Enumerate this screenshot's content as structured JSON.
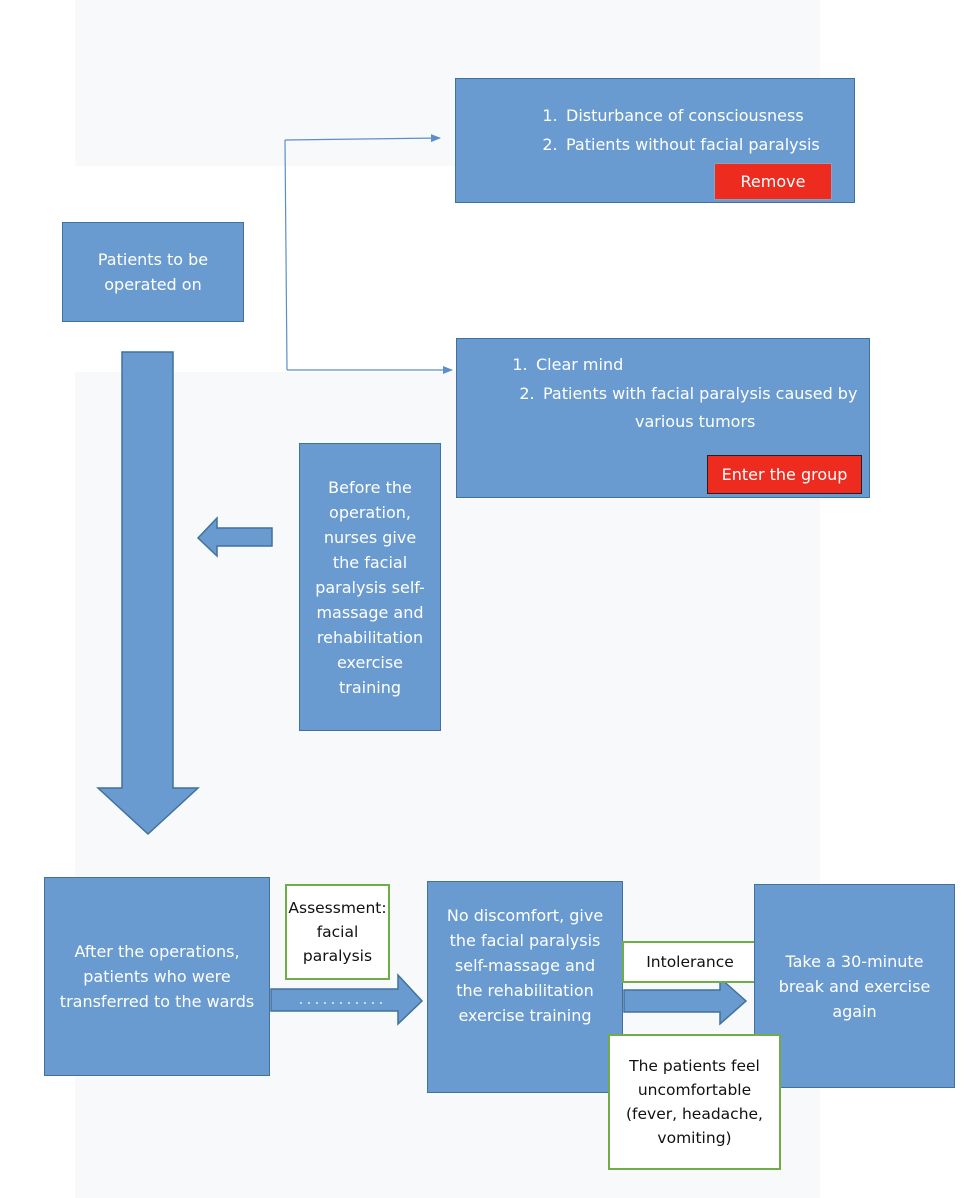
{
  "nodes": {
    "patients_to_be_operated": [
      "Patients to be",
      "operated on"
    ],
    "exclusion": {
      "items": [
        {
          "num": "1.",
          "text": "Disturbance of consciousness"
        },
        {
          "num": "2.",
          "text": "Patients without facial paralysis"
        }
      ],
      "button": "Remove"
    },
    "inclusion": {
      "items": [
        {
          "num": "1.",
          "text": "Clear mind"
        },
        {
          "num": "2.",
          "text": "Patients with facial paralysis caused by"
        }
      ],
      "continuation": "various tumors",
      "button": "Enter the group"
    },
    "pre_operation_training": [
      "Before the",
      "operation,",
      "nurses give",
      "the facial",
      "paralysis self-",
      "massage and",
      "rehabilitation",
      "exercise",
      "training"
    ],
    "post_operation": [
      "After the operations,",
      "patients who were",
      "transferred to the wards"
    ],
    "assessment": [
      "Assessment:",
      "facial",
      "paralysis"
    ],
    "no_discomfort": [
      "No discomfort, give",
      "the facial paralysis",
      "self-massage and",
      "the rehabilitation",
      "exercise training"
    ],
    "intolerance": "Intolerance",
    "uncomfortable": [
      "The patients feel",
      "uncomfortable",
      "(fever, headache,",
      "vomiting)"
    ],
    "break_again": [
      "Take a 30-minute",
      "break and exercise",
      "again"
    ]
  },
  "colors": {
    "box_fill": "#6a9bd0",
    "box_border": "#41719c",
    "button_red": "#ee2b1f",
    "label_border": "#70ad47"
  }
}
